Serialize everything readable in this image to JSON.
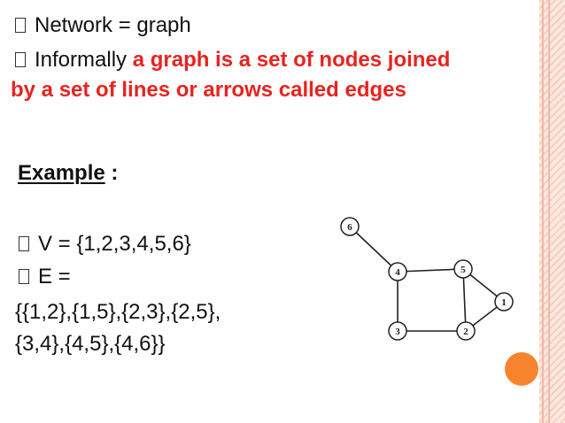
{
  "bullets": {
    "line1": "Network = graph",
    "line2_plain": "Informally",
    "line2_red": "a graph is a set of nodes joined",
    "line3_red": "by a set of lines or arrows called edges"
  },
  "example": {
    "heading": "Example",
    "colon": " :",
    "v_line": "V = {1,2,3,4,5,6}",
    "e_line": "E =",
    "e_set_1": "{{1,2},{1,5},{2,3},{2,5},",
    "e_set_2": "{3,4},{4,5},{4,6}}"
  },
  "graph": {
    "nodes": [
      "6",
      "4",
      "5",
      "1",
      "3",
      "2"
    ],
    "edges": [
      [
        "1",
        "2"
      ],
      [
        "1",
        "5"
      ],
      [
        "2",
        "3"
      ],
      [
        "2",
        "5"
      ],
      [
        "3",
        "4"
      ],
      [
        "4",
        "5"
      ],
      [
        "4",
        "6"
      ]
    ]
  },
  "colors": {
    "accent_red": "#e8231f",
    "orange_dot": "#f7842d",
    "border": "#f4cfc2"
  }
}
